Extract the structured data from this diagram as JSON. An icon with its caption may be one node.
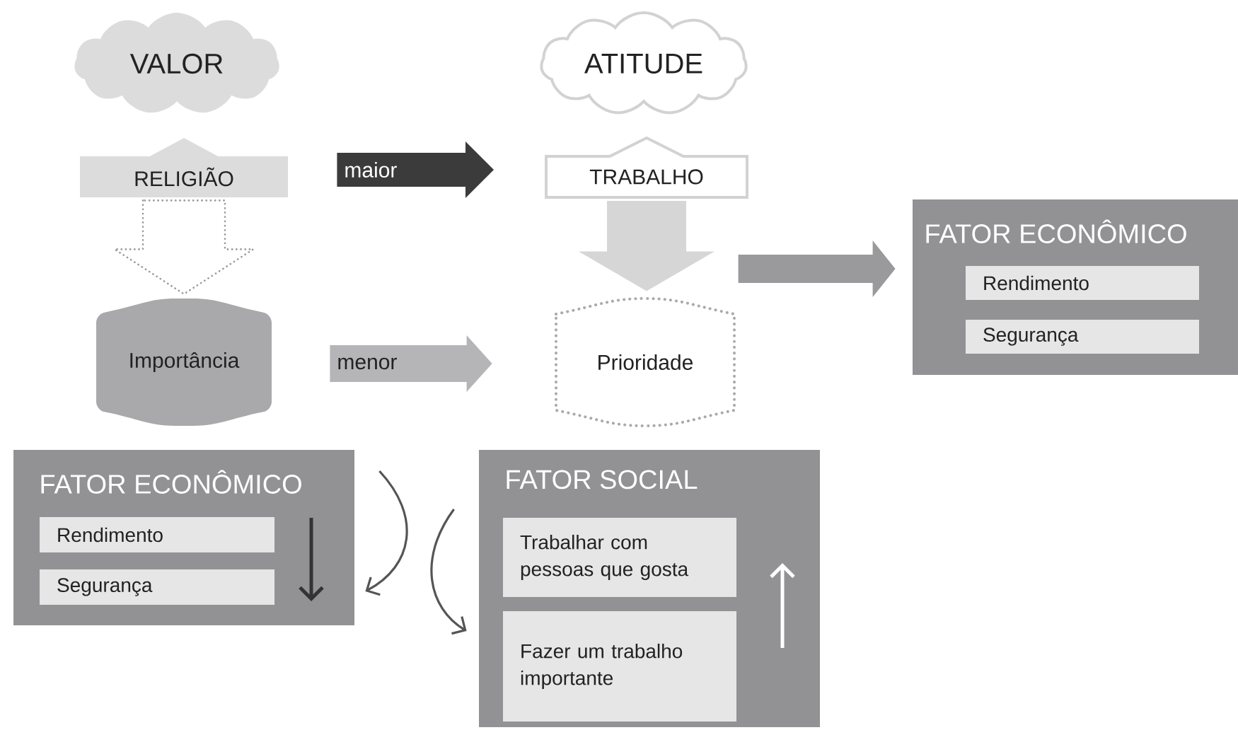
{
  "diagram": {
    "nodes": [
      {
        "text": [
          "VALOR"
        ]
      },
      {
        "text": [
          "ATITUDE"
        ]
      },
      {
        "text": [
          "RELIGIÃO"
        ]
      },
      {
        "text": [
          "TRABALHO"
        ]
      },
      {
        "text": [
          "Importância"
        ]
      },
      {
        "text": [
          "Prioridade"
        ]
      },
      {
        "text": [
          "FATOR ECONÔMICO"
        ]
      },
      {
        "text": [
          "Rendimento"
        ],
        "in": 6
      },
      {
        "text": [
          "Segurança"
        ],
        "in": 6
      },
      {
        "text": [
          "FATOR ECONÔMICO"
        ]
      },
      {
        "text": [
          "Rendimento"
        ],
        "in": 9
      },
      {
        "text": [
          "Segurança"
        ],
        "in": 9
      },
      {
        "text": [
          "FATOR SOCIAL"
        ]
      },
      {
        "text": [
          "Trabalhar com pessoas que gosta"
        ],
        "in": 12
      },
      {
        "text": [
          "Fazer um trabalho importante"
        ],
        "in": 12
      }
    ],
    "edges": [
      {
        "from": 2,
        "to": 4,
        "arrow": "to",
        "style": "dashed",
        "color": "#9a9a9a"
      },
      {
        "from": 2,
        "to": 3,
        "arrow": "to",
        "label": "maior",
        "style": "thick",
        "color": "#3b3b3b"
      },
      {
        "from": 4,
        "to": 5,
        "arrow": "to",
        "label": "menor",
        "style": "thick",
        "color": "#b5b5b7"
      },
      {
        "from": 3,
        "to": 5,
        "arrow": "to",
        "style": "thick",
        "color": "#d6d6d7"
      },
      {
        "from": null,
        "to": 6,
        "arrow": "to",
        "style": "thick",
        "color": "#9a9a9d"
      },
      {
        "from": null,
        "to": 9,
        "arrow": "to"
      },
      {
        "from": null,
        "to": 12,
        "arrow": "to"
      }
    ]
  }
}
